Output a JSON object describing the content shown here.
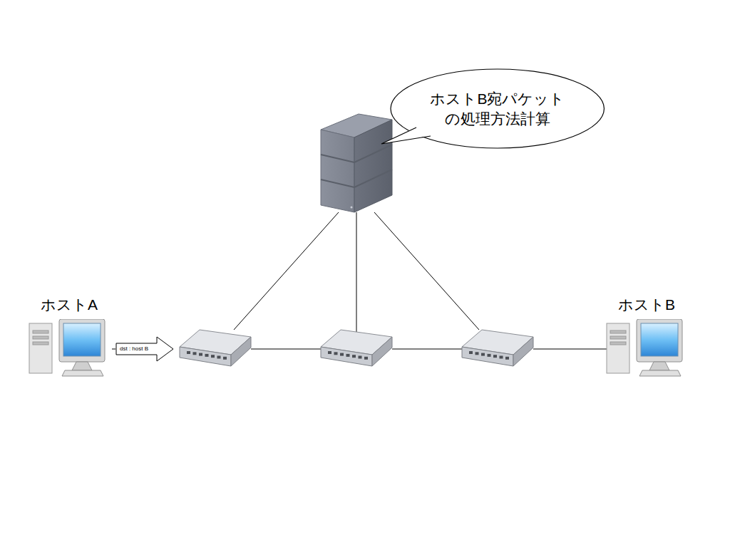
{
  "diagram": {
    "nodes": [
      {
        "text": [
          "ホストB宛パケット の処理方法計算"
        ]
      },
      {
        "text": [
          "ホストA"
        ]
      },
      {
        "text": [
          "dst : host B"
        ]
      },
      {
        "text": [
          "ホストB"
        ]
      }
    ],
    "edges": [
      {
        "from": 1,
        "to": 2,
        "arrow": "none"
      }
    ]
  }
}
